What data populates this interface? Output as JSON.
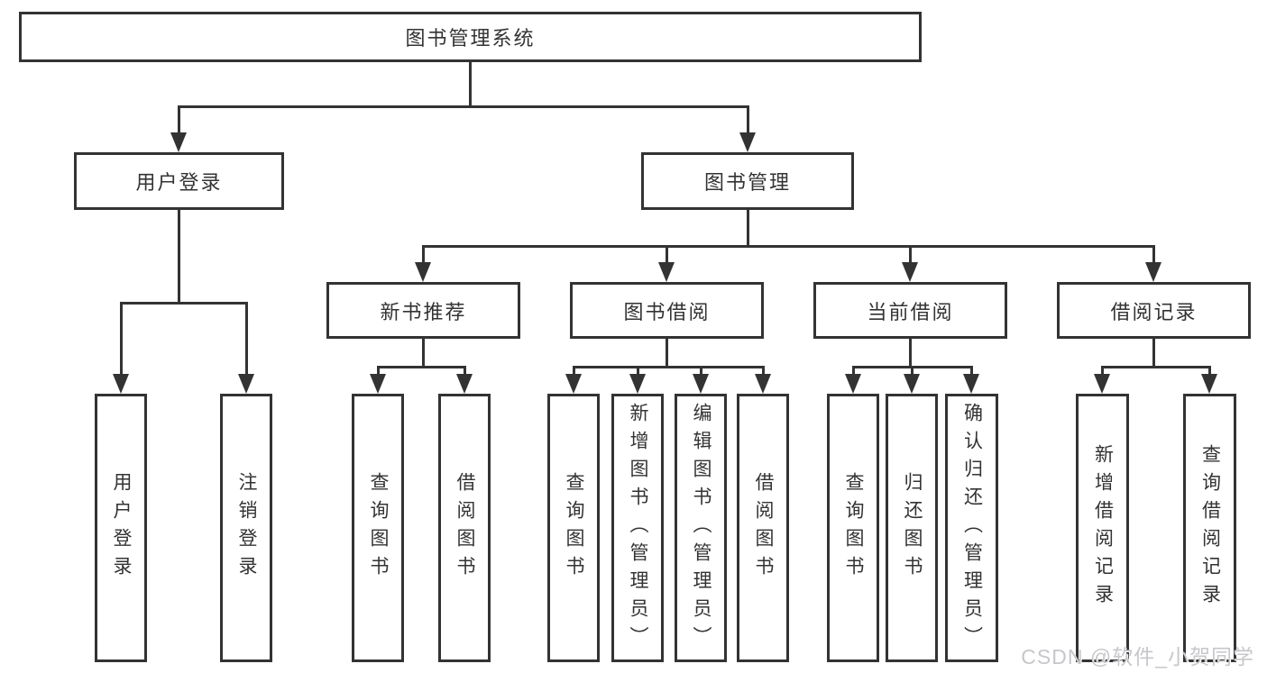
{
  "tree": {
    "label": "图书管理系统",
    "children": [
      {
        "label": "用户登录",
        "children": [
          {
            "label": "用户登录"
          },
          {
            "label": "注销登录"
          }
        ]
      },
      {
        "label": "图书管理",
        "children": [
          {
            "label": "新书推荐",
            "children": [
              {
                "label": "查询图书"
              },
              {
                "label": "借阅图书"
              }
            ]
          },
          {
            "label": "图书借阅",
            "children": [
              {
                "label": "查询图书"
              },
              {
                "label": "新增图书（管理员）"
              },
              {
                "label": "编辑图书（管理员）"
              },
              {
                "label": "借阅图书"
              }
            ]
          },
          {
            "label": "当前借阅",
            "children": [
              {
                "label": "查询图书"
              },
              {
                "label": "归还图书"
              },
              {
                "label": "确认归还（管理员）"
              }
            ]
          },
          {
            "label": "借阅记录",
            "children": [
              {
                "label": "新增借阅记录"
              },
              {
                "label": "查询借阅记录"
              }
            ]
          }
        ]
      }
    ]
  },
  "watermark": {
    "text": "CSDN @软件_小贺同学"
  },
  "colors": {
    "line": "#333333",
    "background": "#ffffff",
    "watermark": "#c7c7cb"
  }
}
